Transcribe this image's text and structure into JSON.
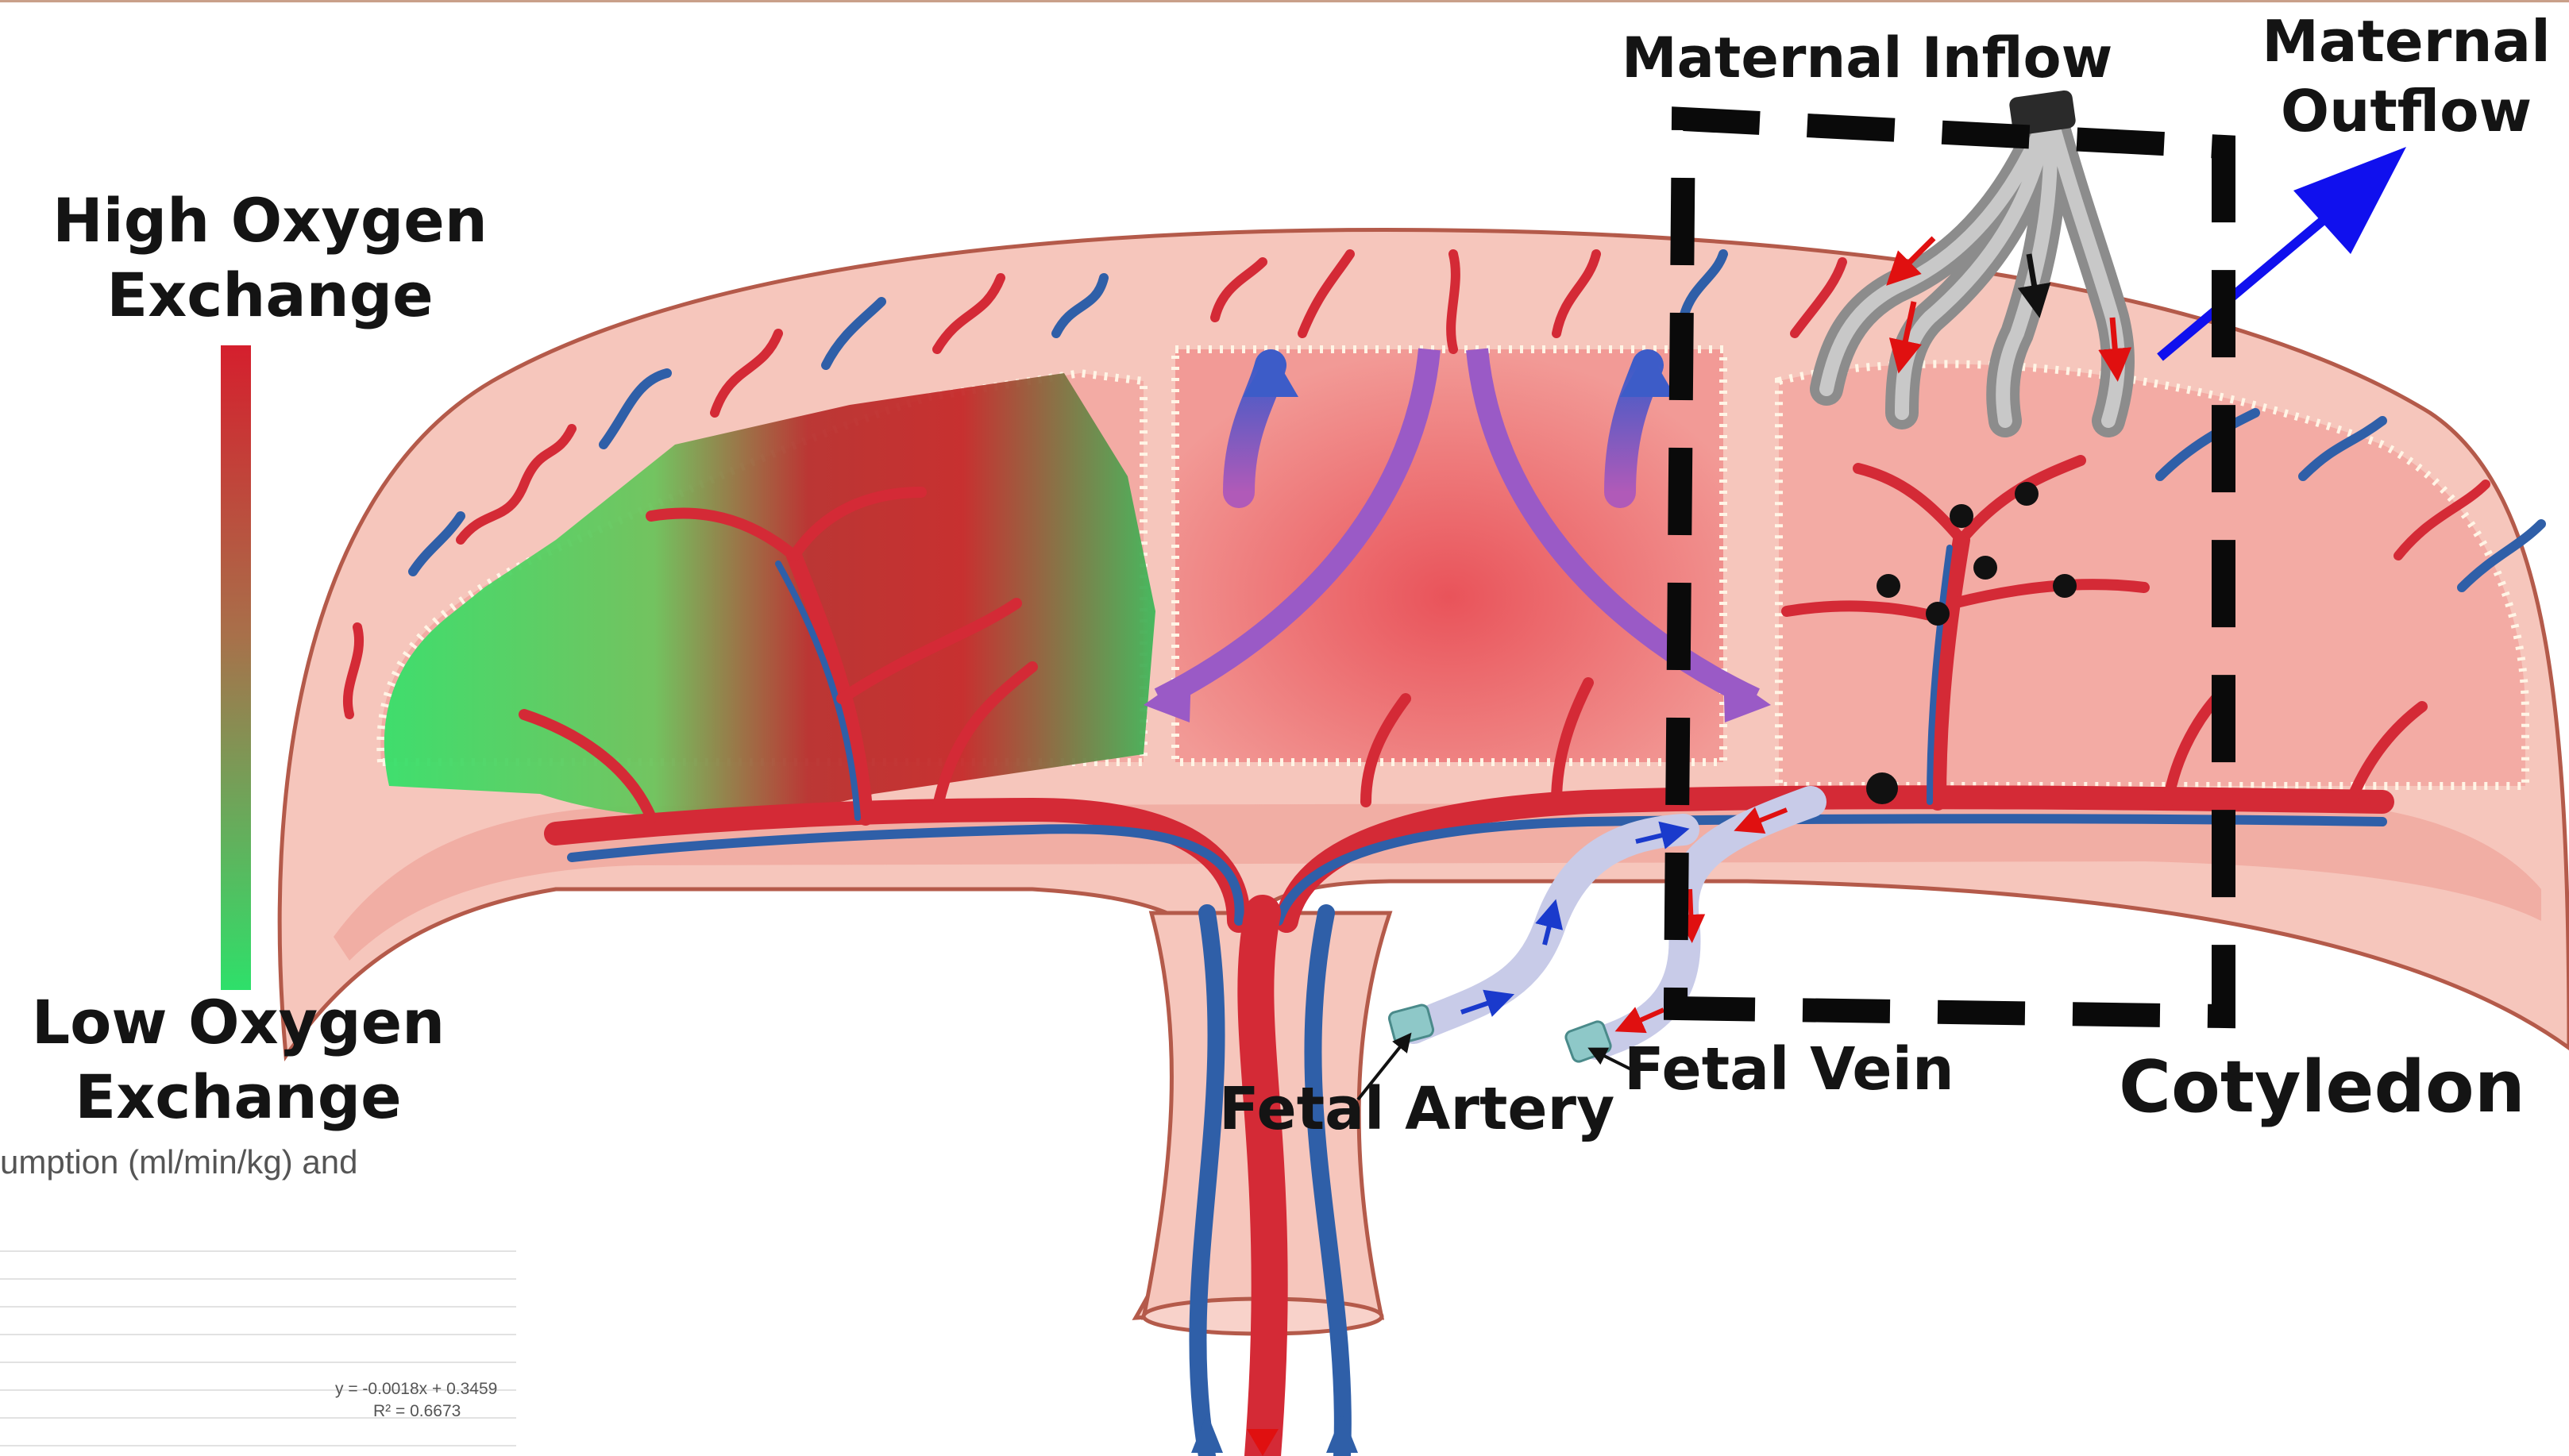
{
  "labels": {
    "maternal_inflow": "Maternal Inflow",
    "maternal_outflow_line1": "Maternal",
    "maternal_outflow_line2": "Outflow",
    "high_oxygen_line1": "High Oxygen",
    "high_oxygen_line2": "Exchange",
    "low_oxygen_line1": "Low Oxygen",
    "low_oxygen_line2": "Exchange",
    "fetal_artery": "Fetal Artery",
    "fetal_vein": "Fetal Vein",
    "cotyledon": "Cotyledon"
  },
  "background_chart": {
    "caption_fragment": "umption (ml/min/kg) and",
    "trend_equation": "y = -0.0018x + 0.3459",
    "r_squared": "R² = 0.6673"
  },
  "colors": {
    "high_oxygen": "#d0202e",
    "low_oxygen": "#2ee06a",
    "artery_red": "#d42a36",
    "vein_blue": "#2f5fa8",
    "tissue_pink": "#f6c6bc",
    "outflow_arrow": "#1010ee",
    "flow_purple": "#8a5ac8"
  },
  "icons": [
    "maternal-flow-arrow-icon",
    "fetal-flow-arrow-icon"
  ]
}
